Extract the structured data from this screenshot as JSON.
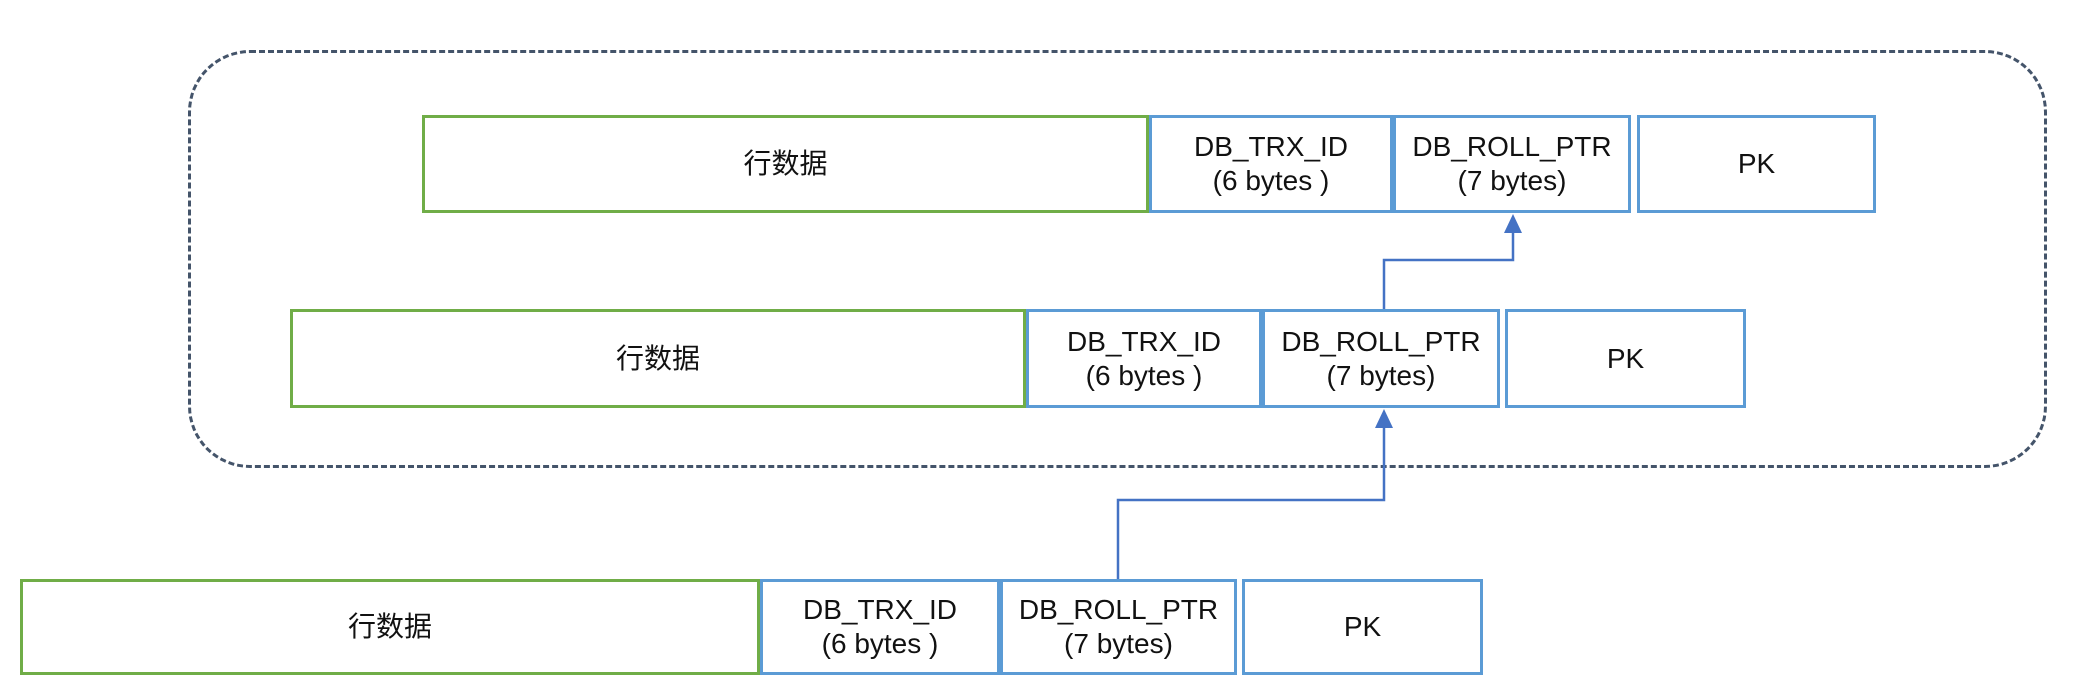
{
  "diagram": {
    "title_hint": "row version chain with undo log",
    "colors": {
      "row_data_border": "#70ad47",
      "field_border": "#5b9bd5",
      "arrow": "#4472c4",
      "undo_container_border": "#44546a",
      "background": "#ffffff",
      "text": "#111111"
    }
  },
  "rows": [
    {
      "name": "undo-version-oldest",
      "cells": [
        {
          "label": "行数据"
        },
        {
          "label": "DB_TRX_ID",
          "sub": "(6 bytes )"
        },
        {
          "label": "DB_ROLL_PTR",
          "sub": "(7 bytes)"
        },
        {
          "label": "PK"
        }
      ]
    },
    {
      "name": "undo-version-newer",
      "cells": [
        {
          "label": "行数据"
        },
        {
          "label": "DB_TRX_ID",
          "sub": "(6 bytes )"
        },
        {
          "label": "DB_ROLL_PTR",
          "sub": "(7 bytes)"
        },
        {
          "label": "PK"
        }
      ]
    },
    {
      "name": "current-record",
      "cells": [
        {
          "label": "行数据"
        },
        {
          "label": "DB_TRX_ID",
          "sub": "(6 bytes )"
        },
        {
          "label": "DB_ROLL_PTR",
          "sub": "(7 bytes)"
        },
        {
          "label": "PK"
        }
      ]
    }
  ],
  "arrows": [
    {
      "from": "undo-version-newer.DB_ROLL_PTR",
      "to": "undo-version-oldest.DB_ROLL_PTR"
    },
    {
      "from": "current-record.DB_ROLL_PTR",
      "to": "undo-version-newer.DB_ROLL_PTR"
    }
  ]
}
